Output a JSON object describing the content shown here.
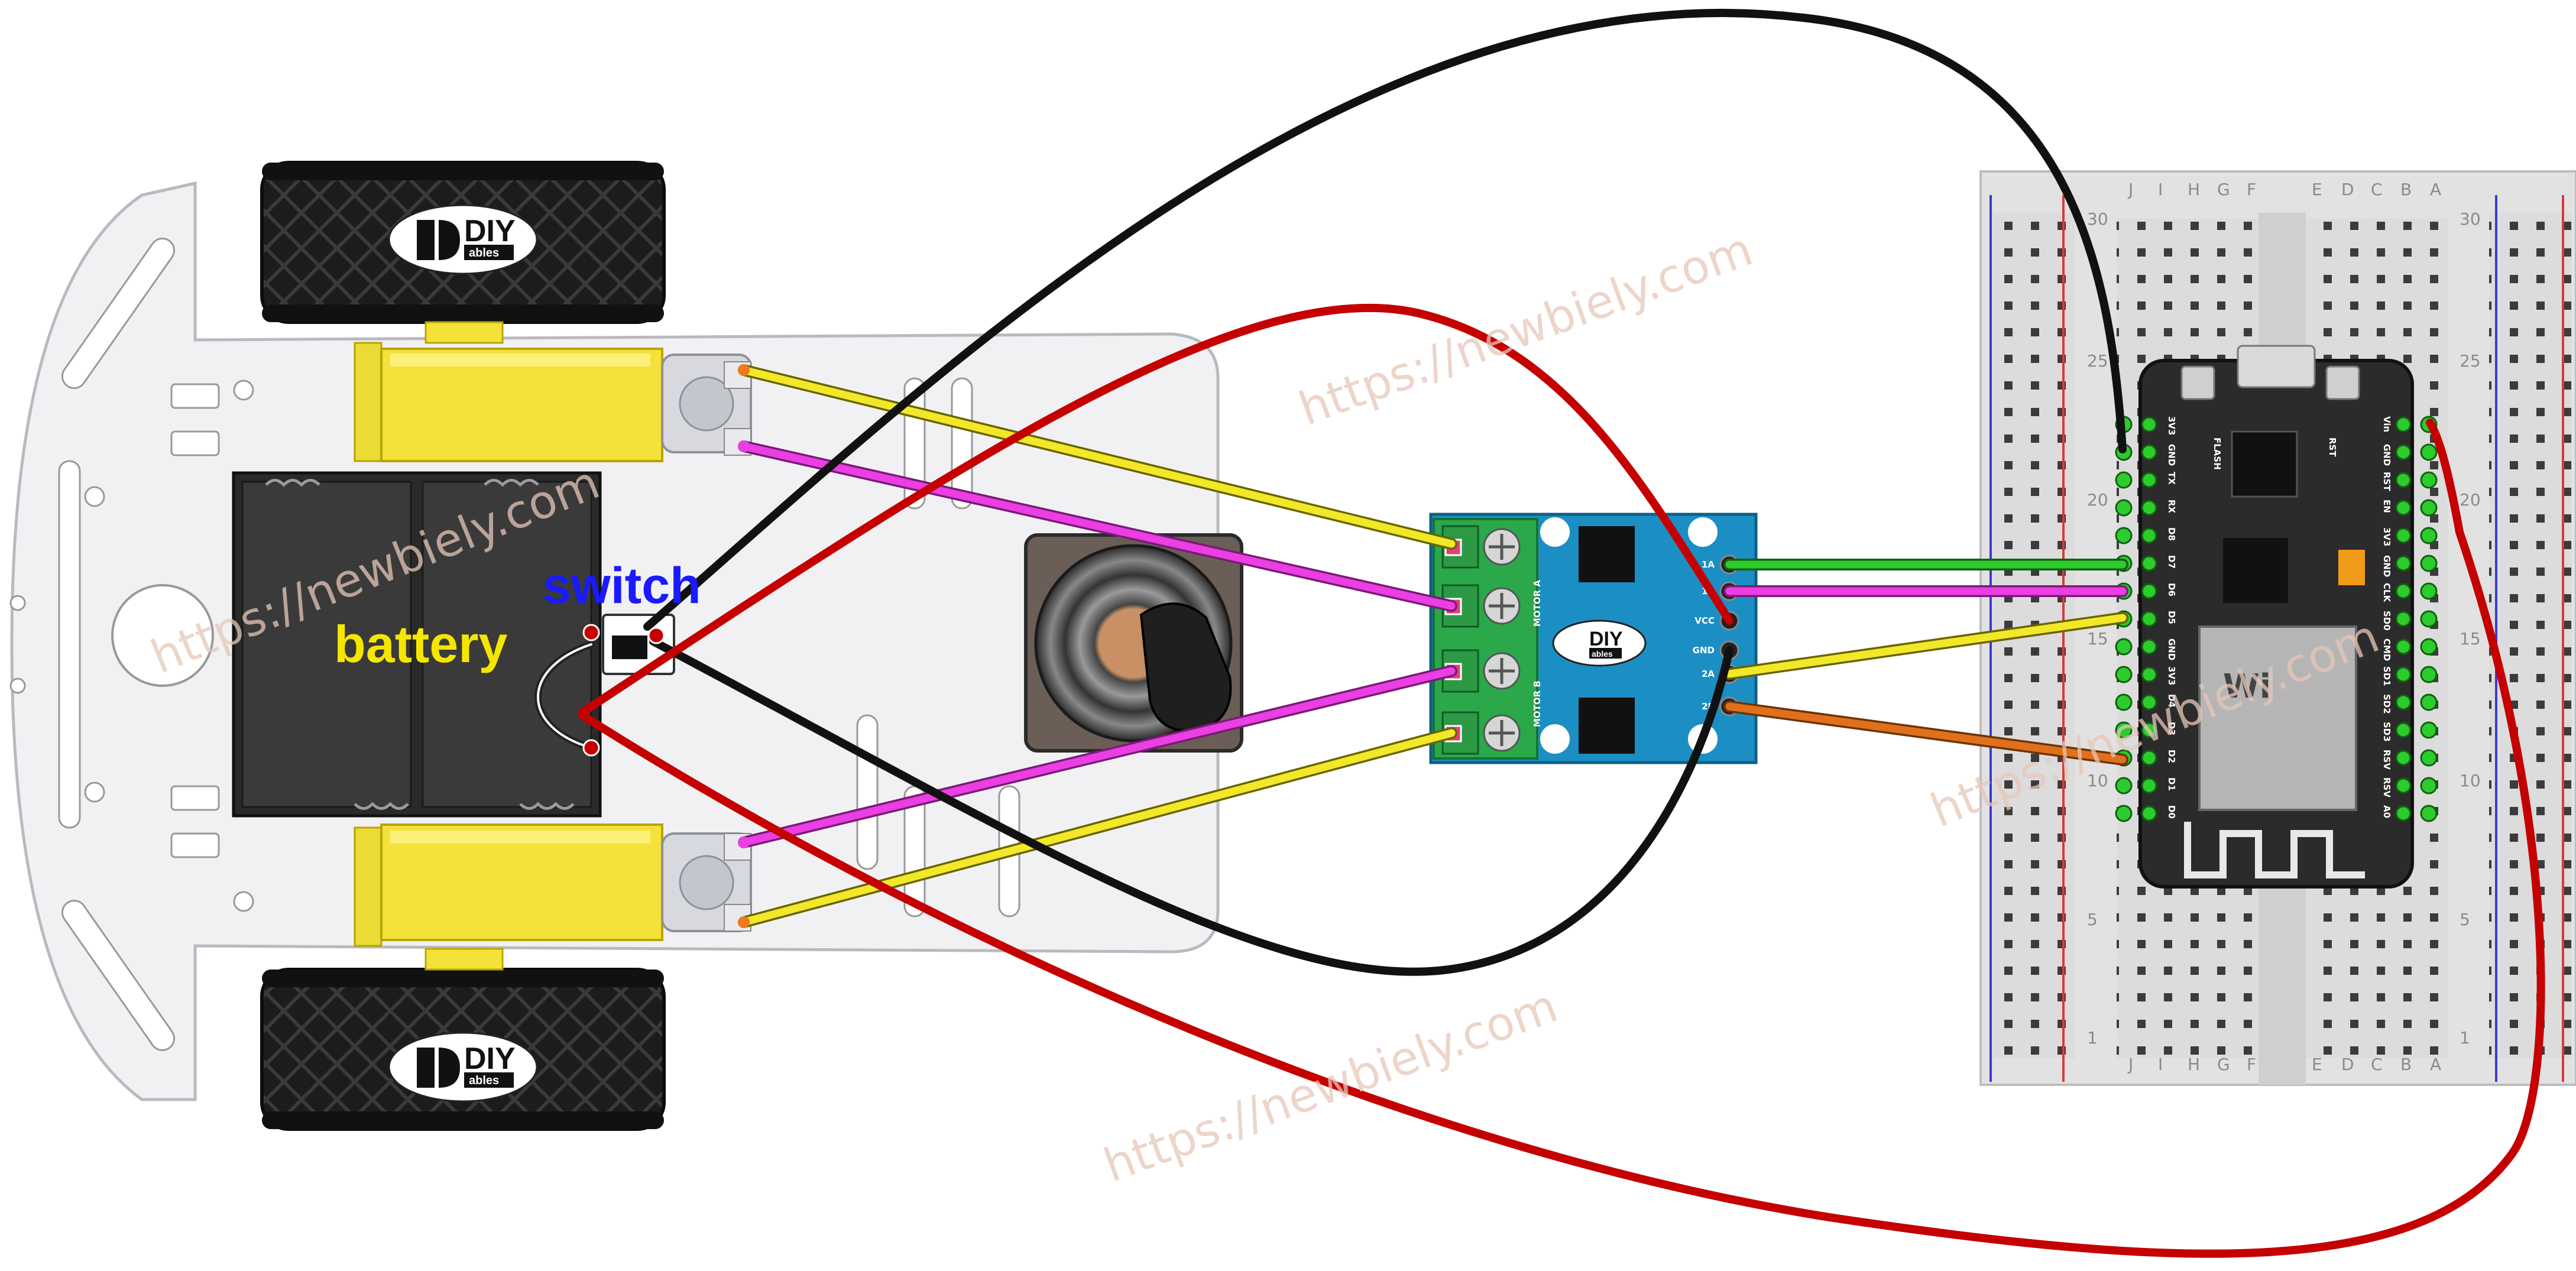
{
  "labels": {
    "battery": "battery",
    "switch": "switch"
  },
  "watermark": "https://newbiely.com",
  "brand": {
    "logo_big": "DIY",
    "logo_small": "ables"
  },
  "driver": {
    "motor_a": "MOTOR A",
    "motor_b": "MOTOR B",
    "pins": [
      "1A",
      "1B",
      "VCC",
      "GND",
      "2A",
      "2B"
    ]
  },
  "mcu": {
    "buttons": [
      "FLASH",
      "RST"
    ],
    "left_pins": [
      "3V3",
      "GND",
      "TX",
      "RX",
      "D8",
      "D7",
      "D6",
      "D5",
      "GND",
      "3V3",
      "D4",
      "D3",
      "D2",
      "D1",
      "D0"
    ],
    "right_pins": [
      "Vin",
      "GND",
      "RST",
      "EN",
      "3V3",
      "GND",
      "CLK",
      "SD0",
      "CMD",
      "SD1",
      "SD2",
      "SD3",
      "RSV",
      "RSV",
      "A0"
    ]
  },
  "breadboard": {
    "columns_left": [
      "J",
      "I",
      "H",
      "G",
      "F"
    ],
    "columns_right": [
      "E",
      "D",
      "C",
      "B",
      "A"
    ],
    "row_numbers": [
      "30",
      "25",
      "20",
      "15",
      "10",
      "5",
      "1"
    ]
  },
  "colors": {
    "label_yellow": "#f5e600",
    "label_blue": "#1a1aff",
    "wire_red": "#c40000",
    "wire_black": "#111111",
    "wire_yellow": "#f2e82a",
    "wire_magenta": "#ea3fe3",
    "wire_green": "#2bcc2b",
    "wire_orange": "#e0701b",
    "driver_blue": "#1b8fc4",
    "terminal_green": "#2aa84a",
    "motor_yellow": "#f4e23a"
  }
}
